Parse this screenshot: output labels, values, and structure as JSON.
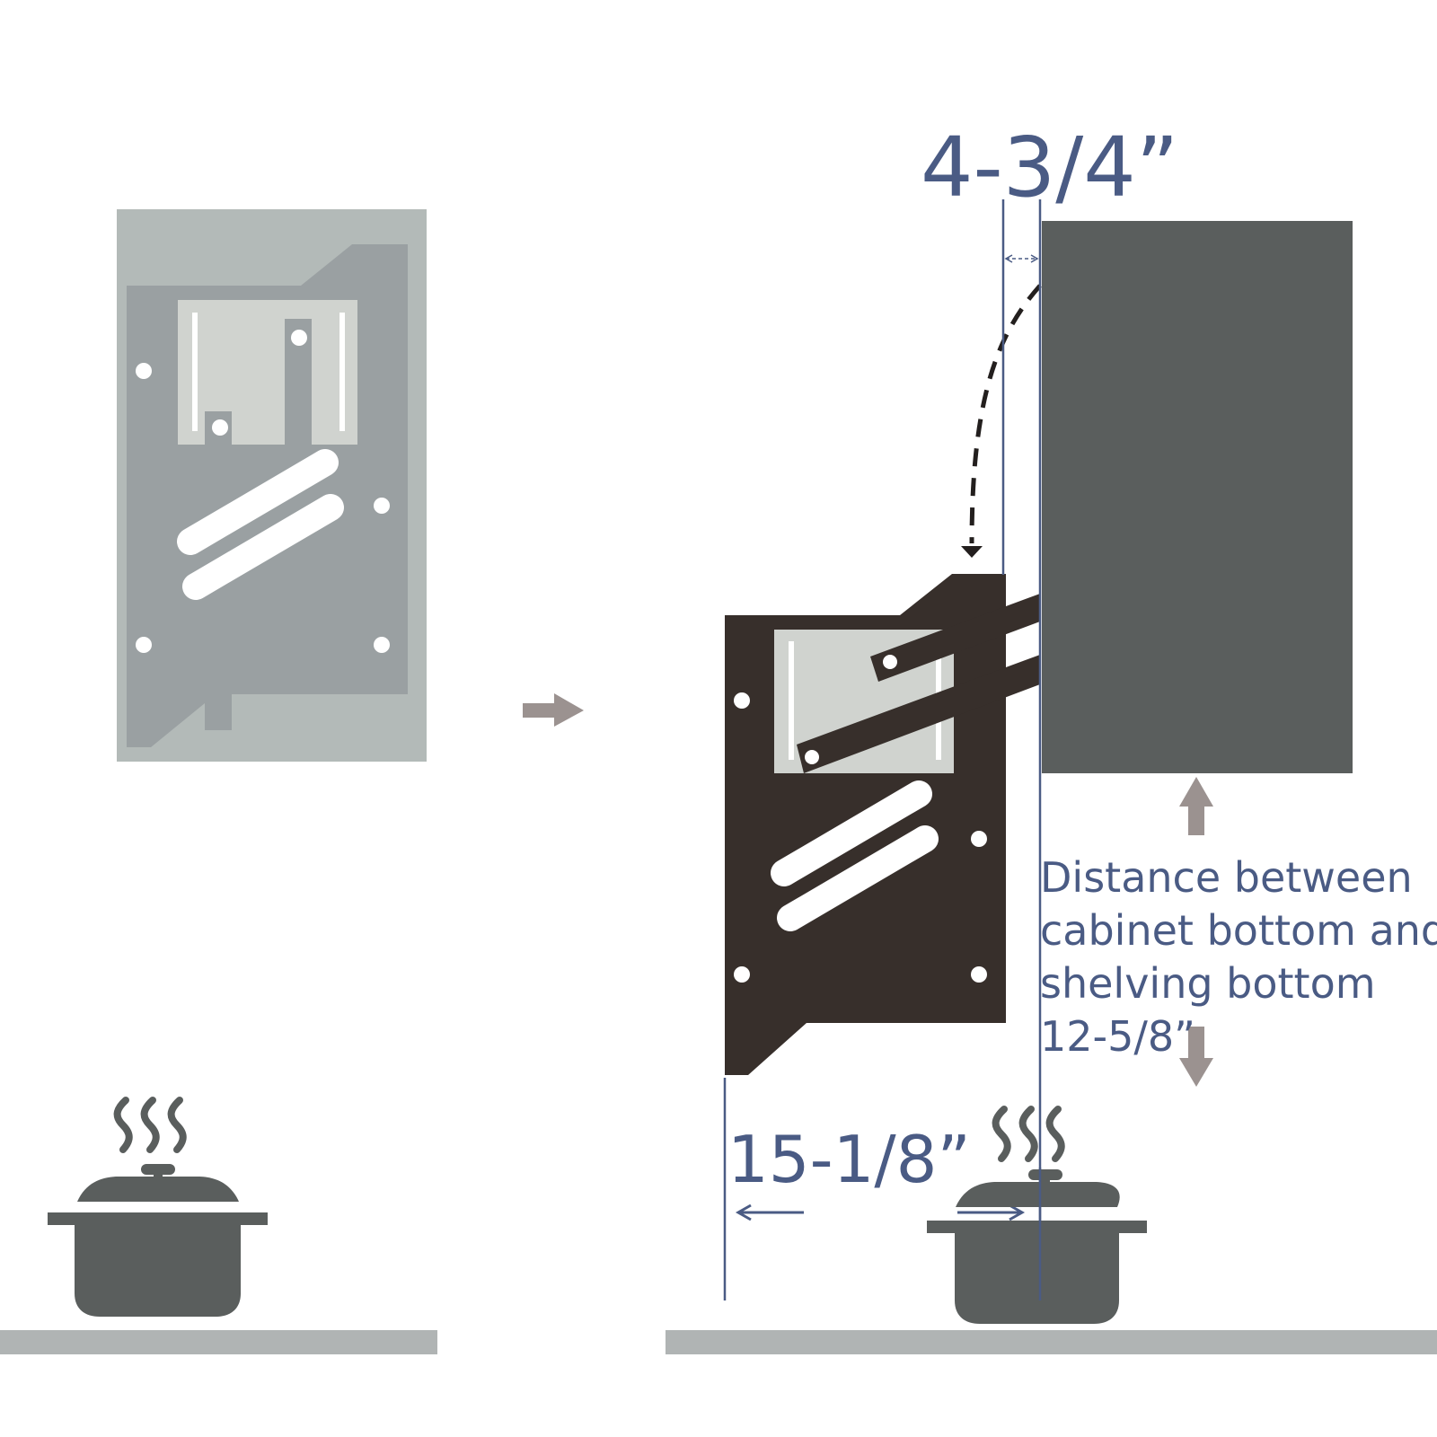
{
  "dimensions": {
    "folded_depth": "4-3/4”",
    "extended_depth": "15-1/8”"
  },
  "distance_note": {
    "lines": [
      "Distance between",
      "cabinet bottom and",
      "shelving bottom",
      "12-5/8”"
    ]
  },
  "colors": {
    "dimension_blue": "#4a5b84",
    "shelf_dark": "#372f2b",
    "cabinet": "#5a5e5d",
    "folded_light": "#b3bab8",
    "folded_mid": "#9aa0a2",
    "panel_light": "#d0d3cf",
    "pot": "#5a5e5d",
    "counter": "#b0b4b4",
    "arrow_grey": "#9b9290"
  },
  "icons": {
    "transition_arrow": "arrow-right-icon",
    "steam": "steam-icon",
    "pot": "cooking-pot-icon"
  }
}
